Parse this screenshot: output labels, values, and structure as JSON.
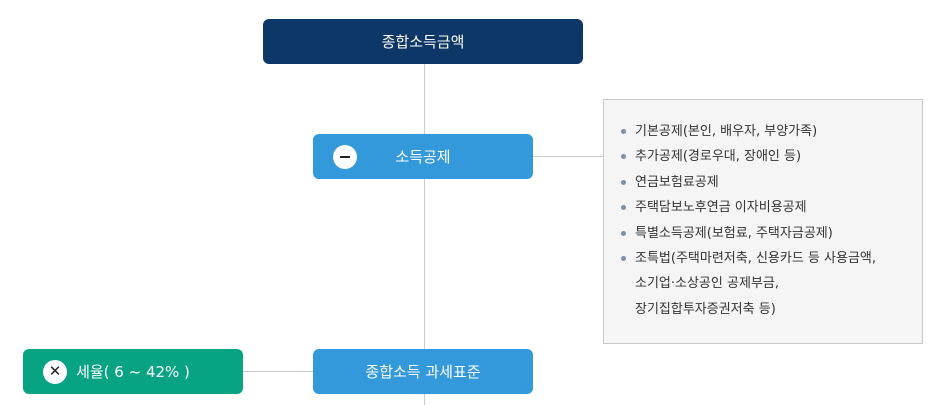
{
  "nodes": {
    "total_income": "종합소득금액",
    "income_deduction": "소득공제",
    "tax_base": "종합소득 과세표준",
    "tax_rate": "세율( 6 ~ 42% )"
  },
  "icons": {
    "deduction_icon": "minus-circle-icon",
    "rate_icon": "times-circle-icon"
  },
  "deduction_list": [
    [
      "기본공제(본인, 배우자, 부양가족)"
    ],
    [
      "추가공제(경로우대, 장애인 등)"
    ],
    [
      "연금보험료공제"
    ],
    [
      "주택담보노후연금 이자비용공제"
    ],
    [
      "특별소득공제(보험료, 주택자금공제)"
    ],
    [
      "조특법(주택마련저축, 신용카드 등 사용금액,",
      "소기업·소상공인 공제부금,",
      "장기집합투자증권저축 등)"
    ]
  ],
  "colors": {
    "navy": "#0d3766",
    "blue": "#3399db",
    "green": "#07a382",
    "line": "#c9cdd3"
  }
}
